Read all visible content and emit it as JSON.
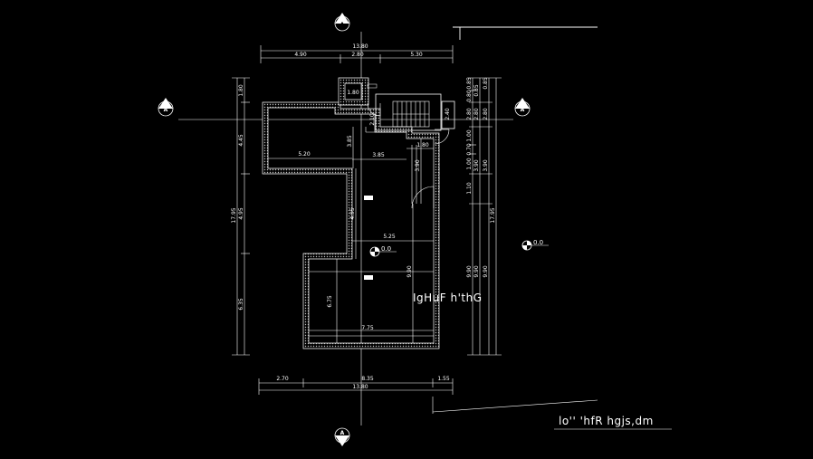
{
  "plan": {
    "title": "lo'' 'hfR hgjs,dm",
    "room_label": "IgHuF h'thG",
    "level_inside": "0.0",
    "level_outside": "0.0"
  },
  "section_marks": {
    "top": "A",
    "bottom": "A",
    "left": "A",
    "right": "A"
  },
  "dims_top": {
    "overall": "13.80",
    "seg1": "4.90",
    "seg2": "2.80",
    "seg3": "5.30"
  },
  "dims_bottom": {
    "overall": "13.80",
    "seg1": "2.70",
    "seg2": "8.35",
    "seg3": "1.55"
  },
  "dims_left": {
    "overall": "17.95",
    "seg1": "1.80",
    "seg2": "4.45",
    "seg3": "4.95",
    "seg4": "6.35"
  },
  "dims_right": {
    "overall": "17.95",
    "a1": "0.85",
    "a2": "0.80",
    "a3": "2.80",
    "a4": "1.00",
    "a5": "0.70",
    "a6": "1.00",
    "a7": "3.90",
    "a8": "1.10",
    "a9": "9.90",
    "b1": "0.85",
    "b2": "2.80",
    "b3": "3.90",
    "b4": "9.90"
  },
  "dims_inner": {
    "d520": "5.20",
    "d385h": "3.85",
    "d385v": "3.85",
    "d180": "1.80",
    "d390": "3.90",
    "d525": "5.25",
    "d990": "9.90",
    "d675": "6.75",
    "d775": "7.75",
    "d495": "4.95",
    "d210": "2.10",
    "d180b": "1.80",
    "d240": "2.40"
  }
}
